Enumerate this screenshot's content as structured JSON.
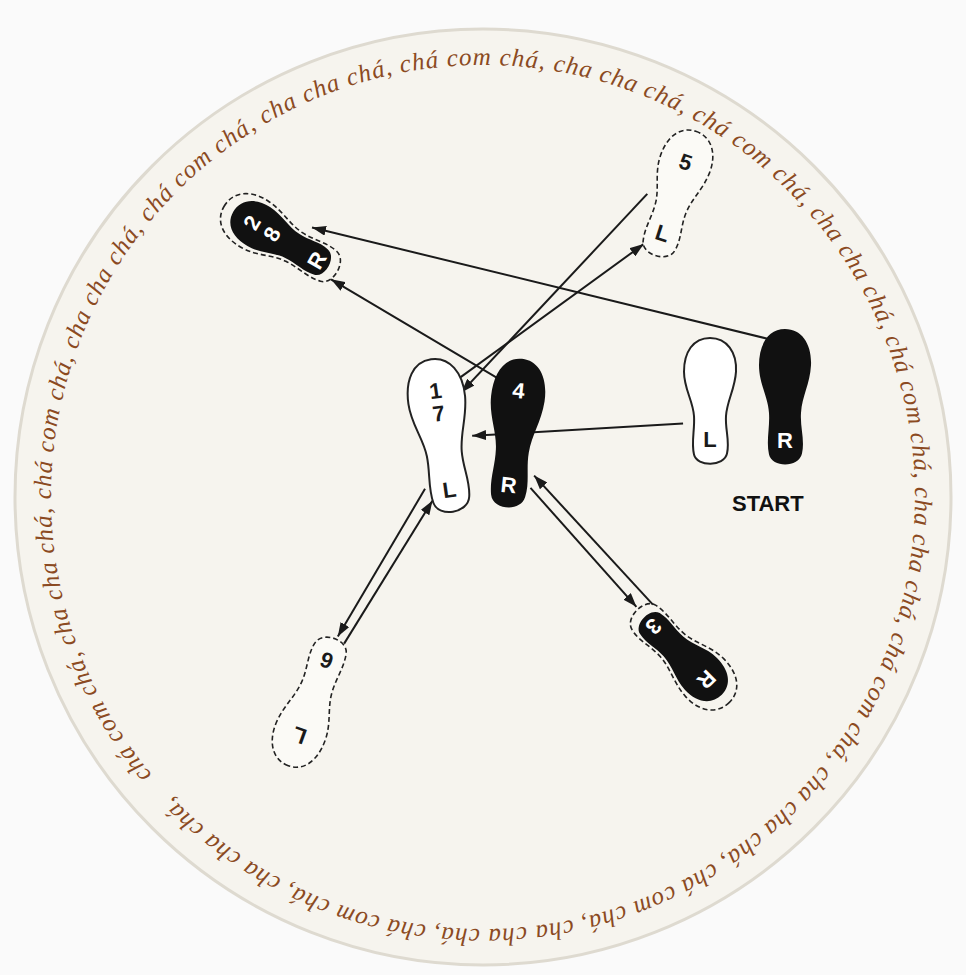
{
  "diagram": {
    "nodes": [
      {
        "text": [
          "2",
          "8",
          "R"
        ]
      },
      {
        "text": [
          "5",
          "L"
        ]
      },
      {
        "text": [
          "1",
          "7",
          "L"
        ]
      },
      {
        "text": [
          "4",
          "R"
        ]
      },
      {
        "text": [
          "L"
        ]
      },
      {
        "text": [
          "R"
        ]
      },
      {
        "text": [
          "6",
          "L"
        ]
      },
      {
        "text": [
          "3",
          "R"
        ]
      }
    ],
    "edges": [
      {
        "from": 5,
        "to": 0,
        "arrow": "to"
      },
      {
        "from": 4,
        "to": 2,
        "arrow": "to"
      },
      {
        "from": 3,
        "to": 0,
        "arrow": "to"
      },
      {
        "from": 2,
        "to": 1,
        "arrow": "to"
      },
      {
        "from": 1,
        "to": 2,
        "arrow": "to"
      },
      {
        "from": 2,
        "to": 6,
        "arrow": "to"
      },
      {
        "from": 6,
        "to": 2,
        "arrow": "to"
      },
      {
        "from": 3,
        "to": 7,
        "arrow": "to"
      },
      {
        "from": 7,
        "to": 3,
        "arrow": "to"
      }
    ],
    "labels": [
      "START",
      "chá com chá, cha cha chá, chá com chá, cha cha chá, chá com chá, cha cha chá, chá com chá, cha cha chá, chá com chá, cha cha chá, chá com chá, cha cha chá, chá com chá, cha cha chá, chá com chá, cha cha chá, chá com chá, cha cha chá,"
    ]
  }
}
